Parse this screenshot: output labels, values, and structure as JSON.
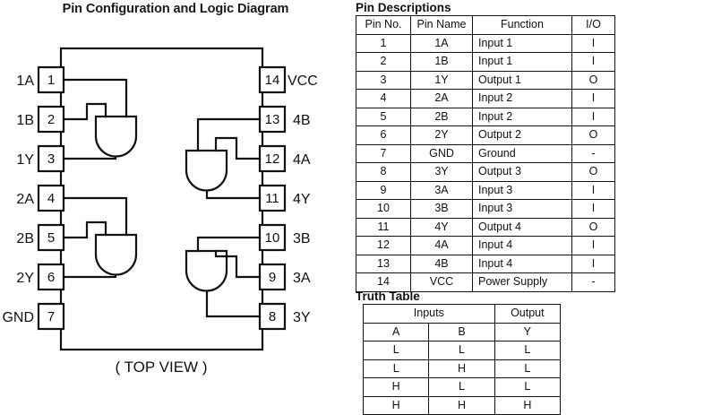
{
  "diagram": {
    "title": "Pin Configuration and Logic Diagram",
    "view_label": "( TOP VIEW )",
    "left_pins": [
      {
        "num": "1",
        "name": "1A"
      },
      {
        "num": "2",
        "name": "1B"
      },
      {
        "num": "3",
        "name": "1Y"
      },
      {
        "num": "4",
        "name": "2A"
      },
      {
        "num": "5",
        "name": "2B"
      },
      {
        "num": "6",
        "name": "2Y"
      },
      {
        "num": "7",
        "name": "GND"
      }
    ],
    "right_pins": [
      {
        "num": "14",
        "name": "VCC"
      },
      {
        "num": "13",
        "name": "4B"
      },
      {
        "num": "12",
        "name": "4A"
      },
      {
        "num": "11",
        "name": "4Y"
      },
      {
        "num": "10",
        "name": "3B"
      },
      {
        "num": "9",
        "name": "3A"
      },
      {
        "num": "8",
        "name": "3Y"
      }
    ],
    "gate_type": "AND",
    "gate_count": 4,
    "line_color": "#111111",
    "fill_color": "#ffffff"
  },
  "pin_descriptions": {
    "heading": "Pin Descriptions",
    "columns": [
      "Pin No.",
      "Pin Name",
      "Function",
      "I/O"
    ],
    "rows": [
      [
        "1",
        "1A",
        "Input 1",
        "I"
      ],
      [
        "2",
        "1B",
        "Input 1",
        "I"
      ],
      [
        "3",
        "1Y",
        "Output 1",
        "O"
      ],
      [
        "4",
        "2A",
        "Input 2",
        "I"
      ],
      [
        "5",
        "2B",
        "Input 2",
        "I"
      ],
      [
        "6",
        "2Y",
        "Output 2",
        "O"
      ],
      [
        "7",
        "GND",
        "Ground",
        "-"
      ],
      [
        "8",
        "3Y",
        "Output 3",
        "O"
      ],
      [
        "9",
        "3A",
        "Input 3",
        "I"
      ],
      [
        "10",
        "3B",
        "Input 3",
        "I"
      ],
      [
        "11",
        "4Y",
        "Output 4",
        "O"
      ],
      [
        "12",
        "4A",
        "Input 4",
        "I"
      ],
      [
        "13",
        "4B",
        "Input 4",
        "I"
      ],
      [
        "14",
        "VCC",
        "Power Supply",
        "-"
      ]
    ]
  },
  "truth_table": {
    "heading": "Truth Table",
    "group_headers": [
      "Inputs",
      "Output"
    ],
    "columns": [
      "A",
      "B",
      "Y"
    ],
    "rows": [
      [
        "L",
        "L",
        "L"
      ],
      [
        "L",
        "H",
        "L"
      ],
      [
        "H",
        "L",
        "L"
      ],
      [
        "H",
        "H",
        "H"
      ]
    ]
  }
}
